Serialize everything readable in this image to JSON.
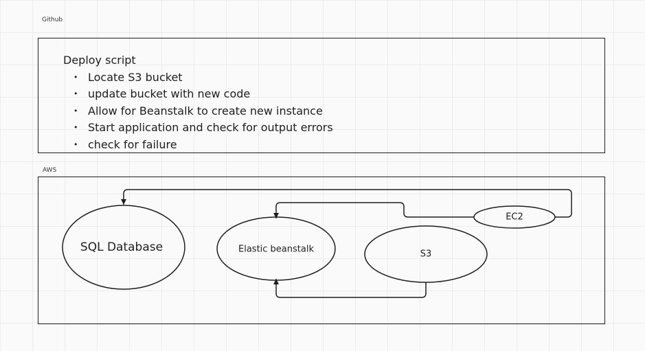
{
  "frames": {
    "github": {
      "label": "Github"
    },
    "aws": {
      "label": "AWS"
    }
  },
  "deploy_script": {
    "title": "Deploy script",
    "steps": [
      "Locate S3 bucket",
      "update bucket with new code",
      "Allow for Beanstalk to create new instance",
      "Start application and check for output errors",
      "check for failure"
    ]
  },
  "nodes": {
    "sql": {
      "label": "SQL Database"
    },
    "beanstalk": {
      "label": "Elastic beanstalk"
    },
    "s3": {
      "label": "S3"
    },
    "ec2": {
      "label": "EC2"
    }
  },
  "edges": [
    {
      "from": "ec2",
      "to": "sql"
    },
    {
      "from": "ec2",
      "to": "beanstalk"
    },
    {
      "from": "s3",
      "to": "beanstalk"
    }
  ],
  "colors": {
    "stroke": "#1e1e1e",
    "background": "#fafafa",
    "grid": "#ececec"
  }
}
